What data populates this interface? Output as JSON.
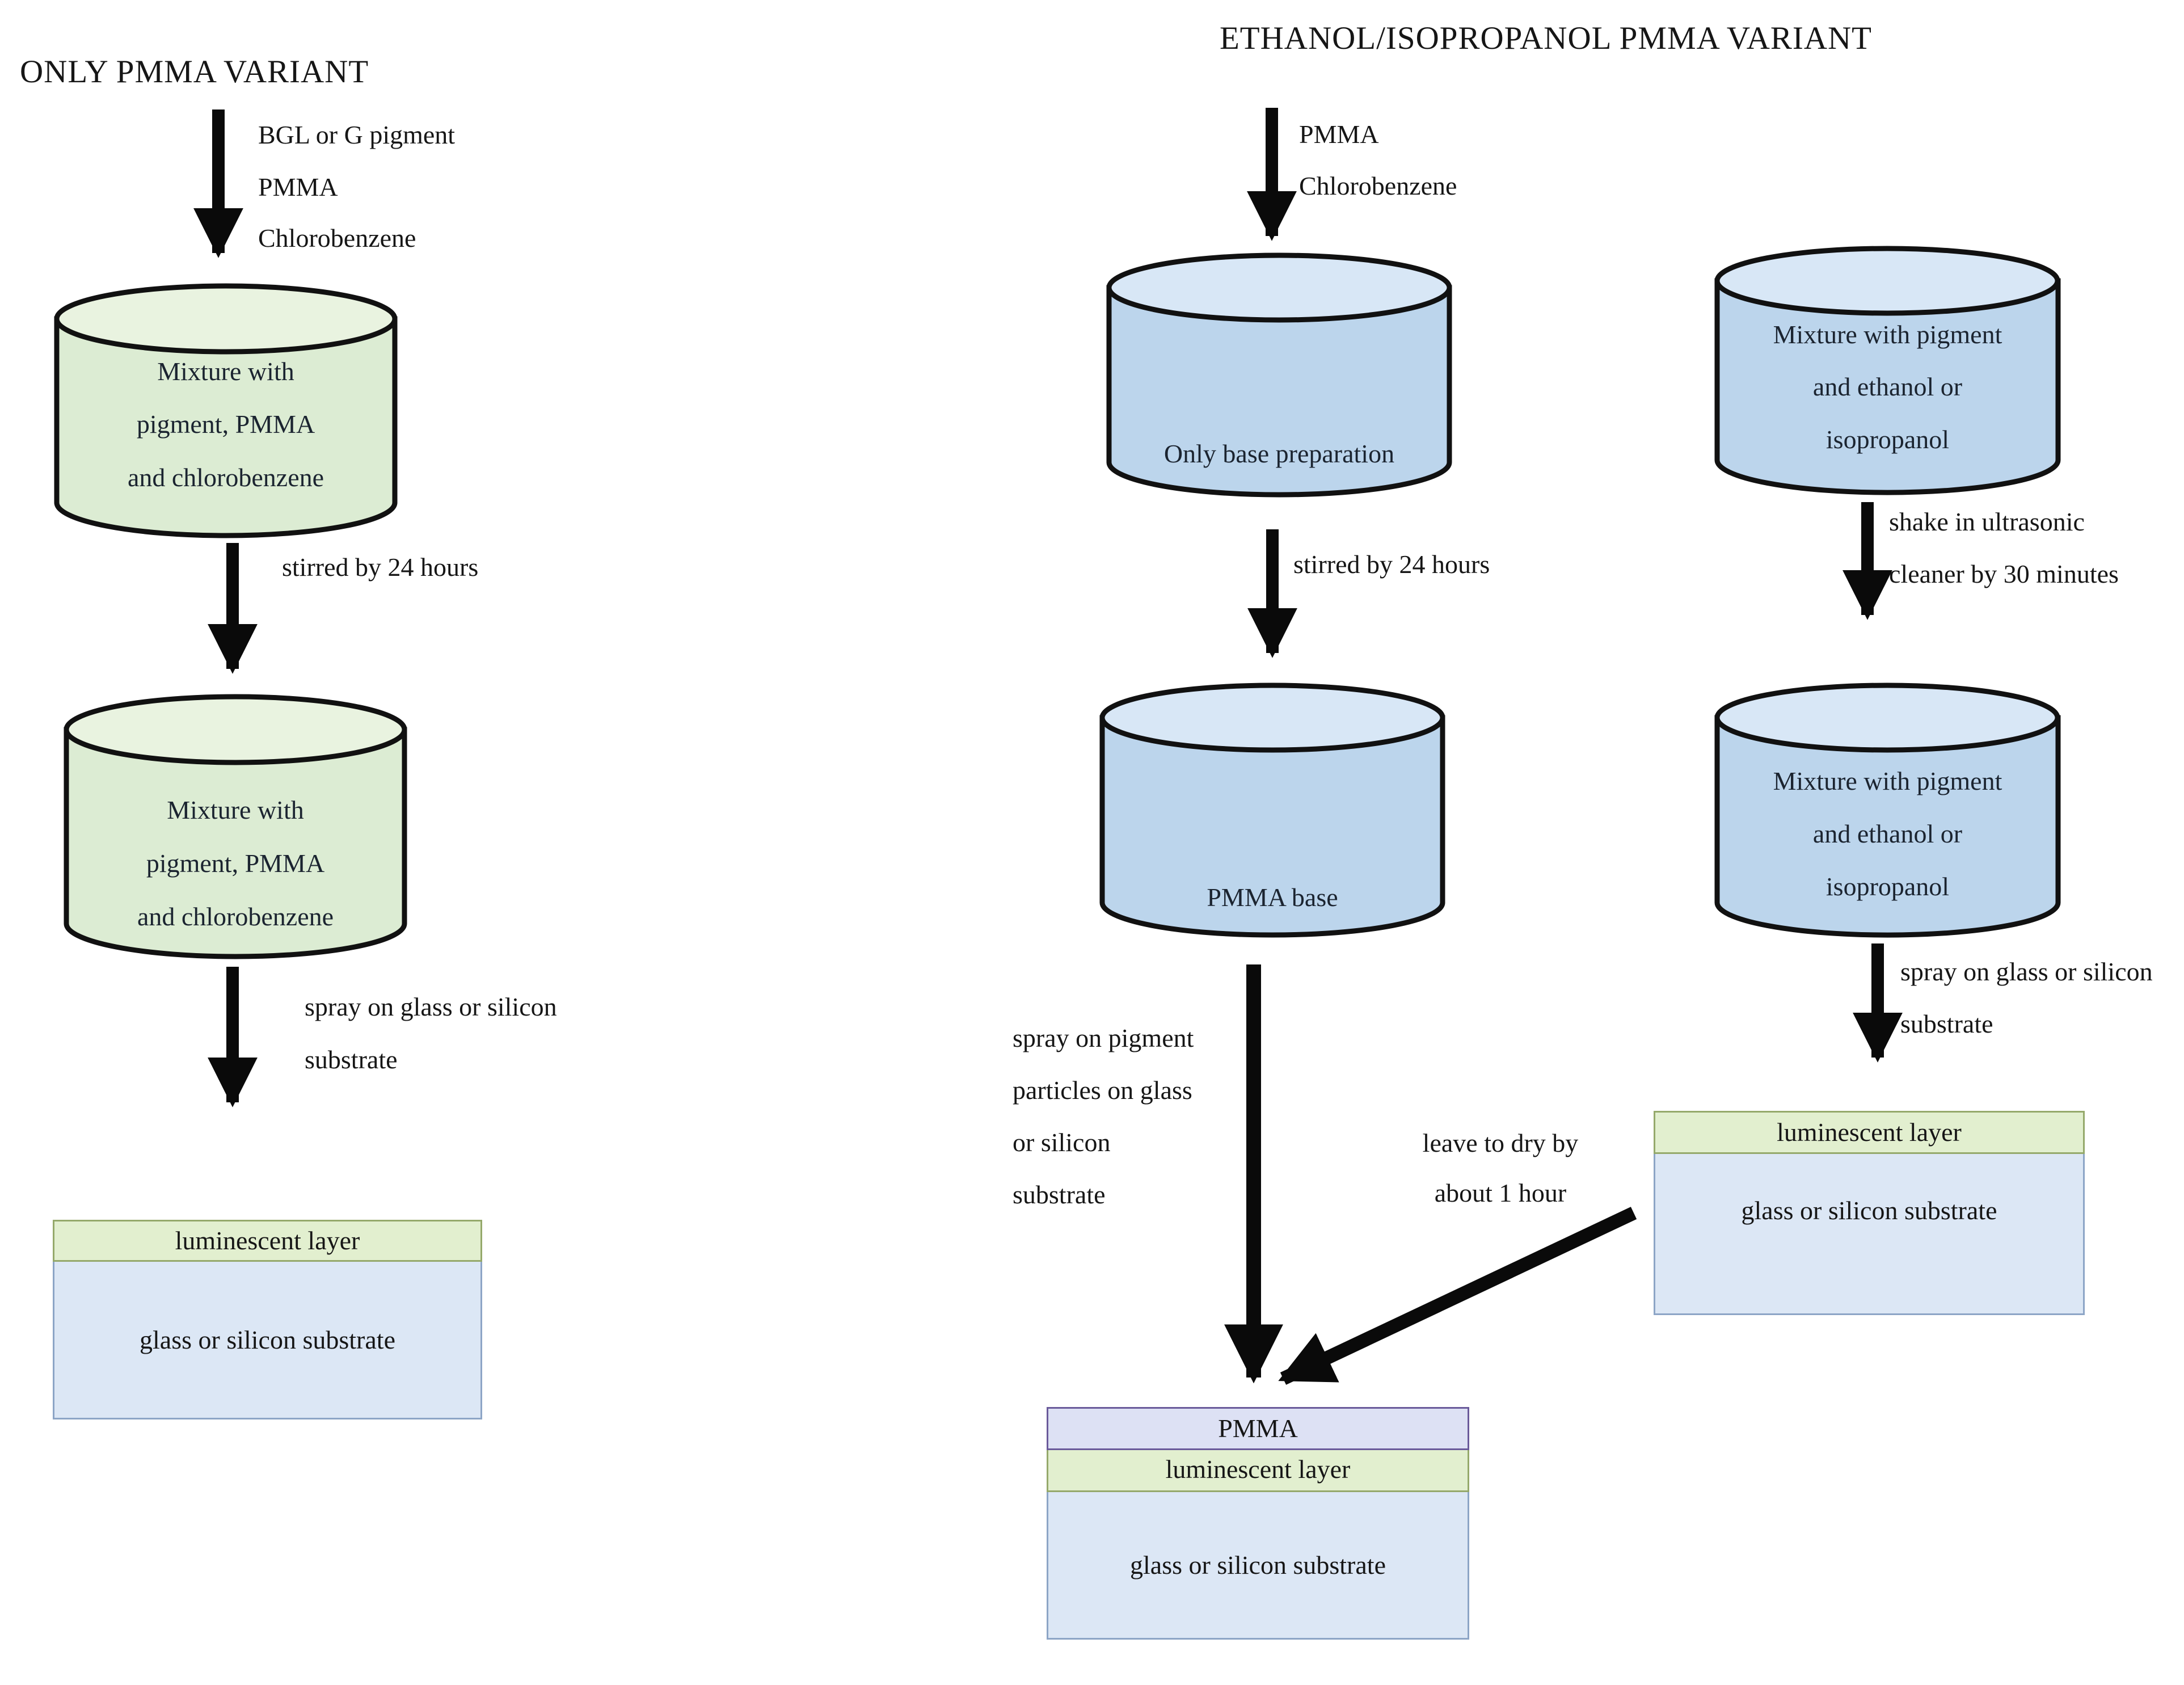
{
  "titles": {
    "left": "ONLY PMMA VARIANT",
    "right": "ETHANOL/ISOPROPANOL PMMA VARIANT"
  },
  "left_flow": {
    "input_labels": [
      "BGL or G pigment",
      "PMMA",
      "Chlorobenzene"
    ],
    "cylinder1": {
      "lines": [
        "Mixture with",
        "pigment, PMMA",
        "and chlorobenzene"
      ]
    },
    "step1": "stirred by 24 hours",
    "cylinder2": {
      "lines": [
        "Mixture with",
        "pigment, PMMA",
        "and chlorobenzene"
      ]
    },
    "step2_lines": [
      "spray on glass or silicon",
      "substrate"
    ],
    "result_box": {
      "header": "luminescent layer",
      "body": "glass or silicon substrate"
    }
  },
  "middle_flow": {
    "input_labels": [
      "PMMA",
      "Chlorobenzene"
    ],
    "cylinder1": "Only base preparation",
    "step1": "stirred by 24 hours",
    "cylinder2": "PMMA base",
    "step2_lines": [
      "spray on pigment",
      "particles on glass",
      "or silicon",
      "substrate"
    ],
    "dry_lines": [
      "leave to dry by",
      "about 1 hour"
    ],
    "result_box": {
      "layer1": "PMMA",
      "layer2": "luminescent layer",
      "body": "glass or silicon substrate"
    }
  },
  "right_flow": {
    "cylinder1": {
      "lines": [
        "Mixture with pigment",
        "and ethanol or",
        "isopropanol"
      ]
    },
    "step1_lines": [
      "shake in ultrasonic",
      "cleaner by 30 minutes"
    ],
    "cylinder2": {
      "lines": [
        "Mixture with pigment",
        "and ethanol or",
        "isopropanol"
      ]
    },
    "step2_lines": [
      "spray on glass or silicon",
      "substrate"
    ],
    "result_box": {
      "header": "luminescent layer",
      "body": "glass or silicon substrate"
    }
  },
  "colors": {
    "green_cylinder_body": "#dcecd3",
    "green_cylinder_top": "#e9f3e0",
    "blue_cylinder_body": "#bcd5ec",
    "blue_cylinder_top": "#d8e7f6",
    "layer_green": "#e2efcf",
    "layer_blue": "#dce7f5",
    "layer_purple_band": "#dde1f4",
    "border_olive": "#95a96b",
    "border_slate": "#8da5c6",
    "border_purple": "#6a5a9b",
    "arrow": "#0a0a0a",
    "outline": "#111111"
  }
}
